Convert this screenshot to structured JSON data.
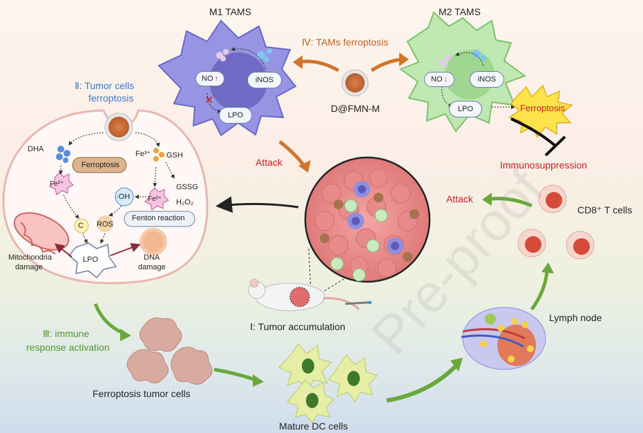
{
  "labels": {
    "m1_tams": "M1 TAMS",
    "m2_tams": "M2 TAMS",
    "tams_ferroptosis": "Ⅳ: TAMs ferroptosis",
    "nanoparticle": "D@FMN-M",
    "no": "NO",
    "inos": "iNOS",
    "lpo": "LPO",
    "ferroptosis_star": "Ferroptosis",
    "immunosuppression": "Immunosuppression",
    "attack_top": "Attack",
    "attack_right": "Attack",
    "tumor_ferroptosis_line1": "Ⅱ: Tumor cells",
    "tumor_ferroptosis_line2": "ferroptosis",
    "dha": "DHA",
    "ferroptosis_box": "Ferroptosis",
    "fe3": "Fe³⁺",
    "gsh": "GSH",
    "fe2_left": "Fe²⁺",
    "fe2_mid": "Fe²⁺",
    "gssg": "GSSG",
    "h2o2": "H₂O₂",
    "oh": "·OH",
    "ros": "ROS",
    "c": "C",
    "fenton": "Fenton reaction",
    "mito_line1": "Mitochondria",
    "mito_line2": "damage",
    "dna_line1": "DNA",
    "dna_line2": "damage",
    "lpo_inner": "LPO",
    "cd8": "CD8⁺ T cells",
    "lymph": "Lymph node",
    "tumor_accum": "Ⅰ: Tumor accumulation",
    "immune_line1": "Ⅲ: immune",
    "immune_line2": "response activation",
    "ferro_tumor_cells": "Ferroptosis tumor cells",
    "mature_dc": "Mature DC cells",
    "watermark": "Pre-proof"
  },
  "colors": {
    "m1": "#8f8ee0",
    "m2": "#bde8b0",
    "nucleus": "#6f6bc4",
    "blue_text": "#3d79c6",
    "green_text": "#4b9a2e",
    "orange_text": "#c2601f",
    "red_text": "#c32222",
    "arrow_orange": "#d2742c",
    "arrow_green": "#6aa83c"
  }
}
